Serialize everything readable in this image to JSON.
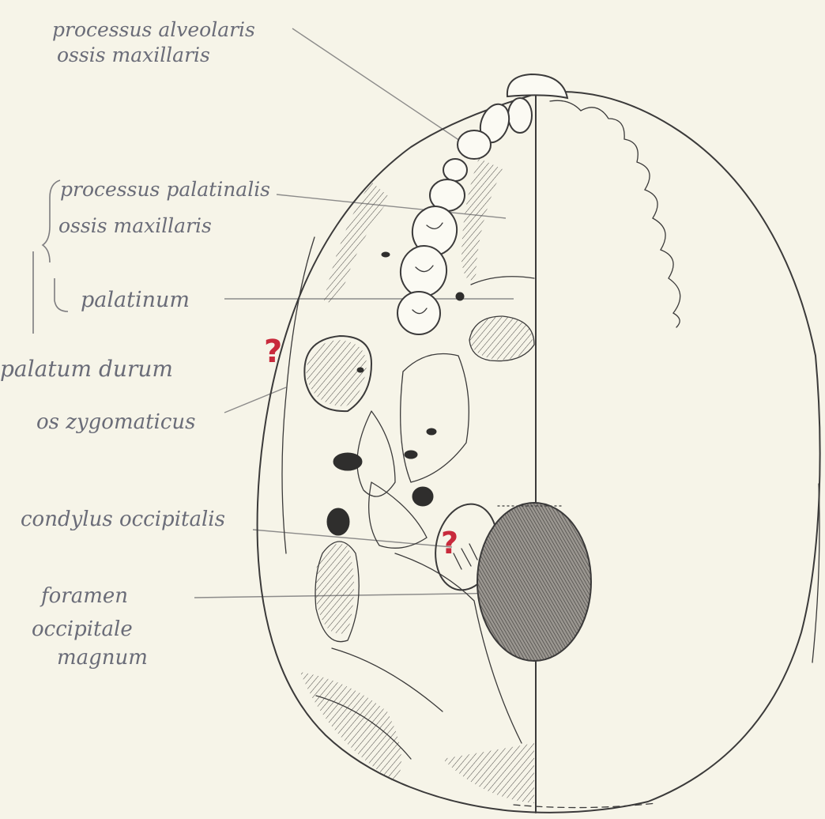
{
  "labels": {
    "alveolaris_line1": "processus alveolaris",
    "alveolaris_line2": "ossis maxillaris",
    "palatinalis_line1": "processus palatinalis",
    "palatinalis_line2": "ossis maxillaris",
    "palatinum": "palatinum",
    "palatum_durum": "palatum durum",
    "os_zygomaticus": "os zygomaticus",
    "condylus_occipitalis": "condylus occipitalis",
    "foramen_line1": "foramen",
    "foramen_line2": "occipitale",
    "foramen_line3": "magnum"
  },
  "marks": {
    "question_1": "?",
    "question_2": "?"
  },
  "colors": {
    "paper": "#f6f4e8",
    "ink": "#3b3a3a",
    "label_ink": "#6a6c78",
    "red_mark": "#c82a3c"
  }
}
